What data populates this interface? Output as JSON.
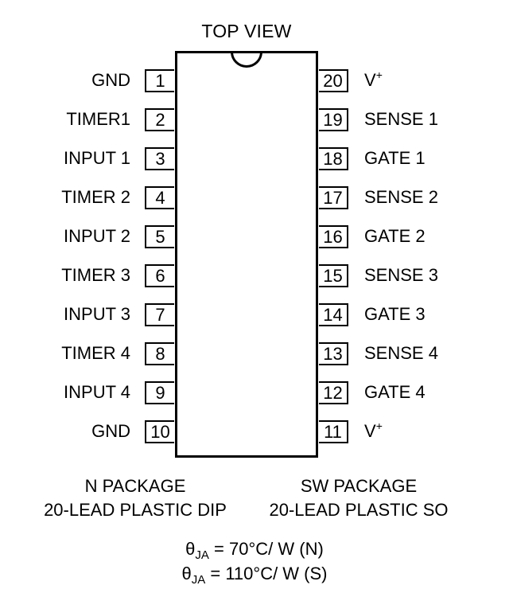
{
  "title": "TOP VIEW",
  "left_pins": [
    {
      "number": "1",
      "label": "GND"
    },
    {
      "number": "2",
      "label": "TIMER1"
    },
    {
      "number": "3",
      "label": "INPUT 1"
    },
    {
      "number": "4",
      "label": "TIMER 2"
    },
    {
      "number": "5",
      "label": "INPUT 2"
    },
    {
      "number": "6",
      "label": "TIMER 3"
    },
    {
      "number": "7",
      "label": "INPUT 3"
    },
    {
      "number": "8",
      "label": "TIMER 4"
    },
    {
      "number": "9",
      "label": "INPUT 4"
    },
    {
      "number": "10",
      "label": "GND"
    }
  ],
  "right_pins": [
    {
      "number": "20",
      "label": "V",
      "sup": "+"
    },
    {
      "number": "19",
      "label": "SENSE 1"
    },
    {
      "number": "18",
      "label": "GATE 1"
    },
    {
      "number": "17",
      "label": "SENSE 2"
    },
    {
      "number": "16",
      "label": "GATE 2"
    },
    {
      "number": "15",
      "label": "SENSE 3"
    },
    {
      "number": "14",
      "label": "GATE 3"
    },
    {
      "number": "13",
      "label": "SENSE 4"
    },
    {
      "number": "12",
      "label": "GATE 4"
    },
    {
      "number": "11",
      "label": "V",
      "sup": "+"
    }
  ],
  "packages": {
    "left": {
      "line1": "N PACKAGE",
      "line2": "20-LEAD PLASTIC DIP"
    },
    "right": {
      "line1": "SW PACKAGE",
      "line2": "20-LEAD PLASTIC SO"
    }
  },
  "thermal": [
    {
      "symbol": "θ",
      "subscript": "JA",
      "value": " = 70°C/ W (N)"
    },
    {
      "symbol": "θ",
      "subscript": "JA",
      "value": " = 110°C/ W (S)"
    }
  ]
}
